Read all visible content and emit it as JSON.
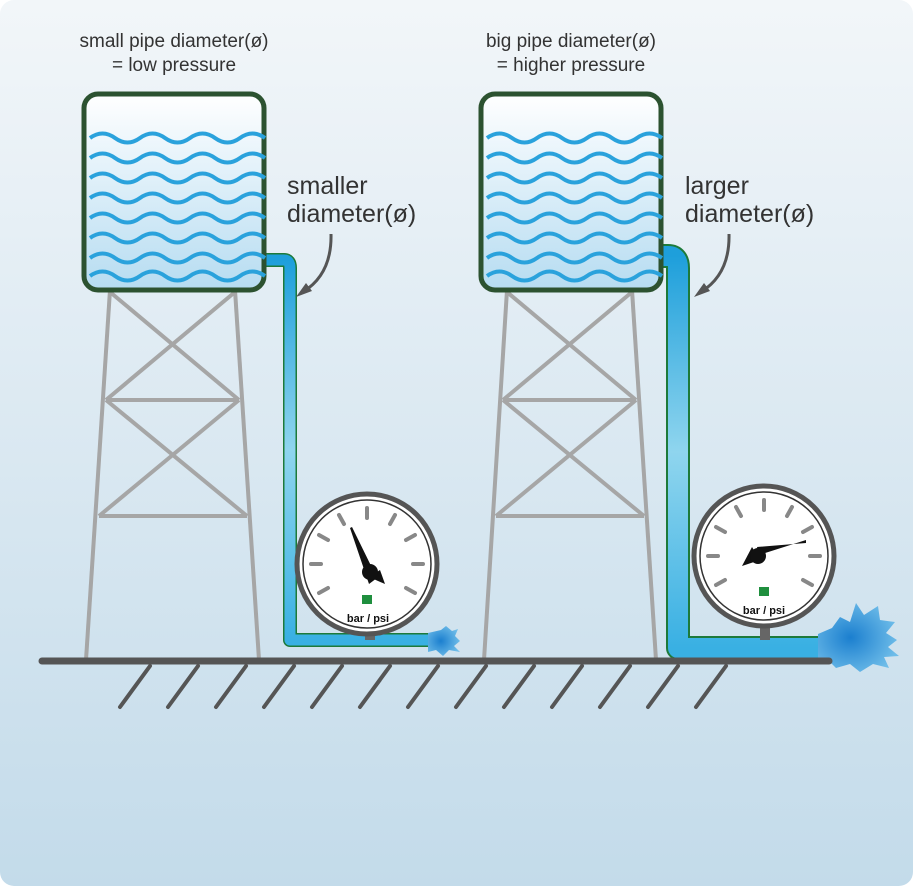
{
  "left": {
    "caption_line1": "small pipe diameter(ø)",
    "caption_line2": "= low pressure",
    "label_line1": "smaller",
    "label_line2": "diameter(ø)",
    "gauge_unit": "bar / psi"
  },
  "right": {
    "caption_line1": "big pipe diameter(ø)",
    "caption_line2": "= higher pressure",
    "label_line1": "larger",
    "label_line2": "diameter(ø)",
    "gauge_unit": "bar / psi"
  },
  "colors": {
    "background_top": "#f2f6f9",
    "background_bottom": "#c3dbea",
    "tank_border": "#2c5230",
    "water_wave": "#2aa2dc",
    "pipe": "#2aa9e0",
    "tower_frame": "#a6a6a6",
    "ground": "#555555",
    "indicator": "#1f8f3e"
  }
}
